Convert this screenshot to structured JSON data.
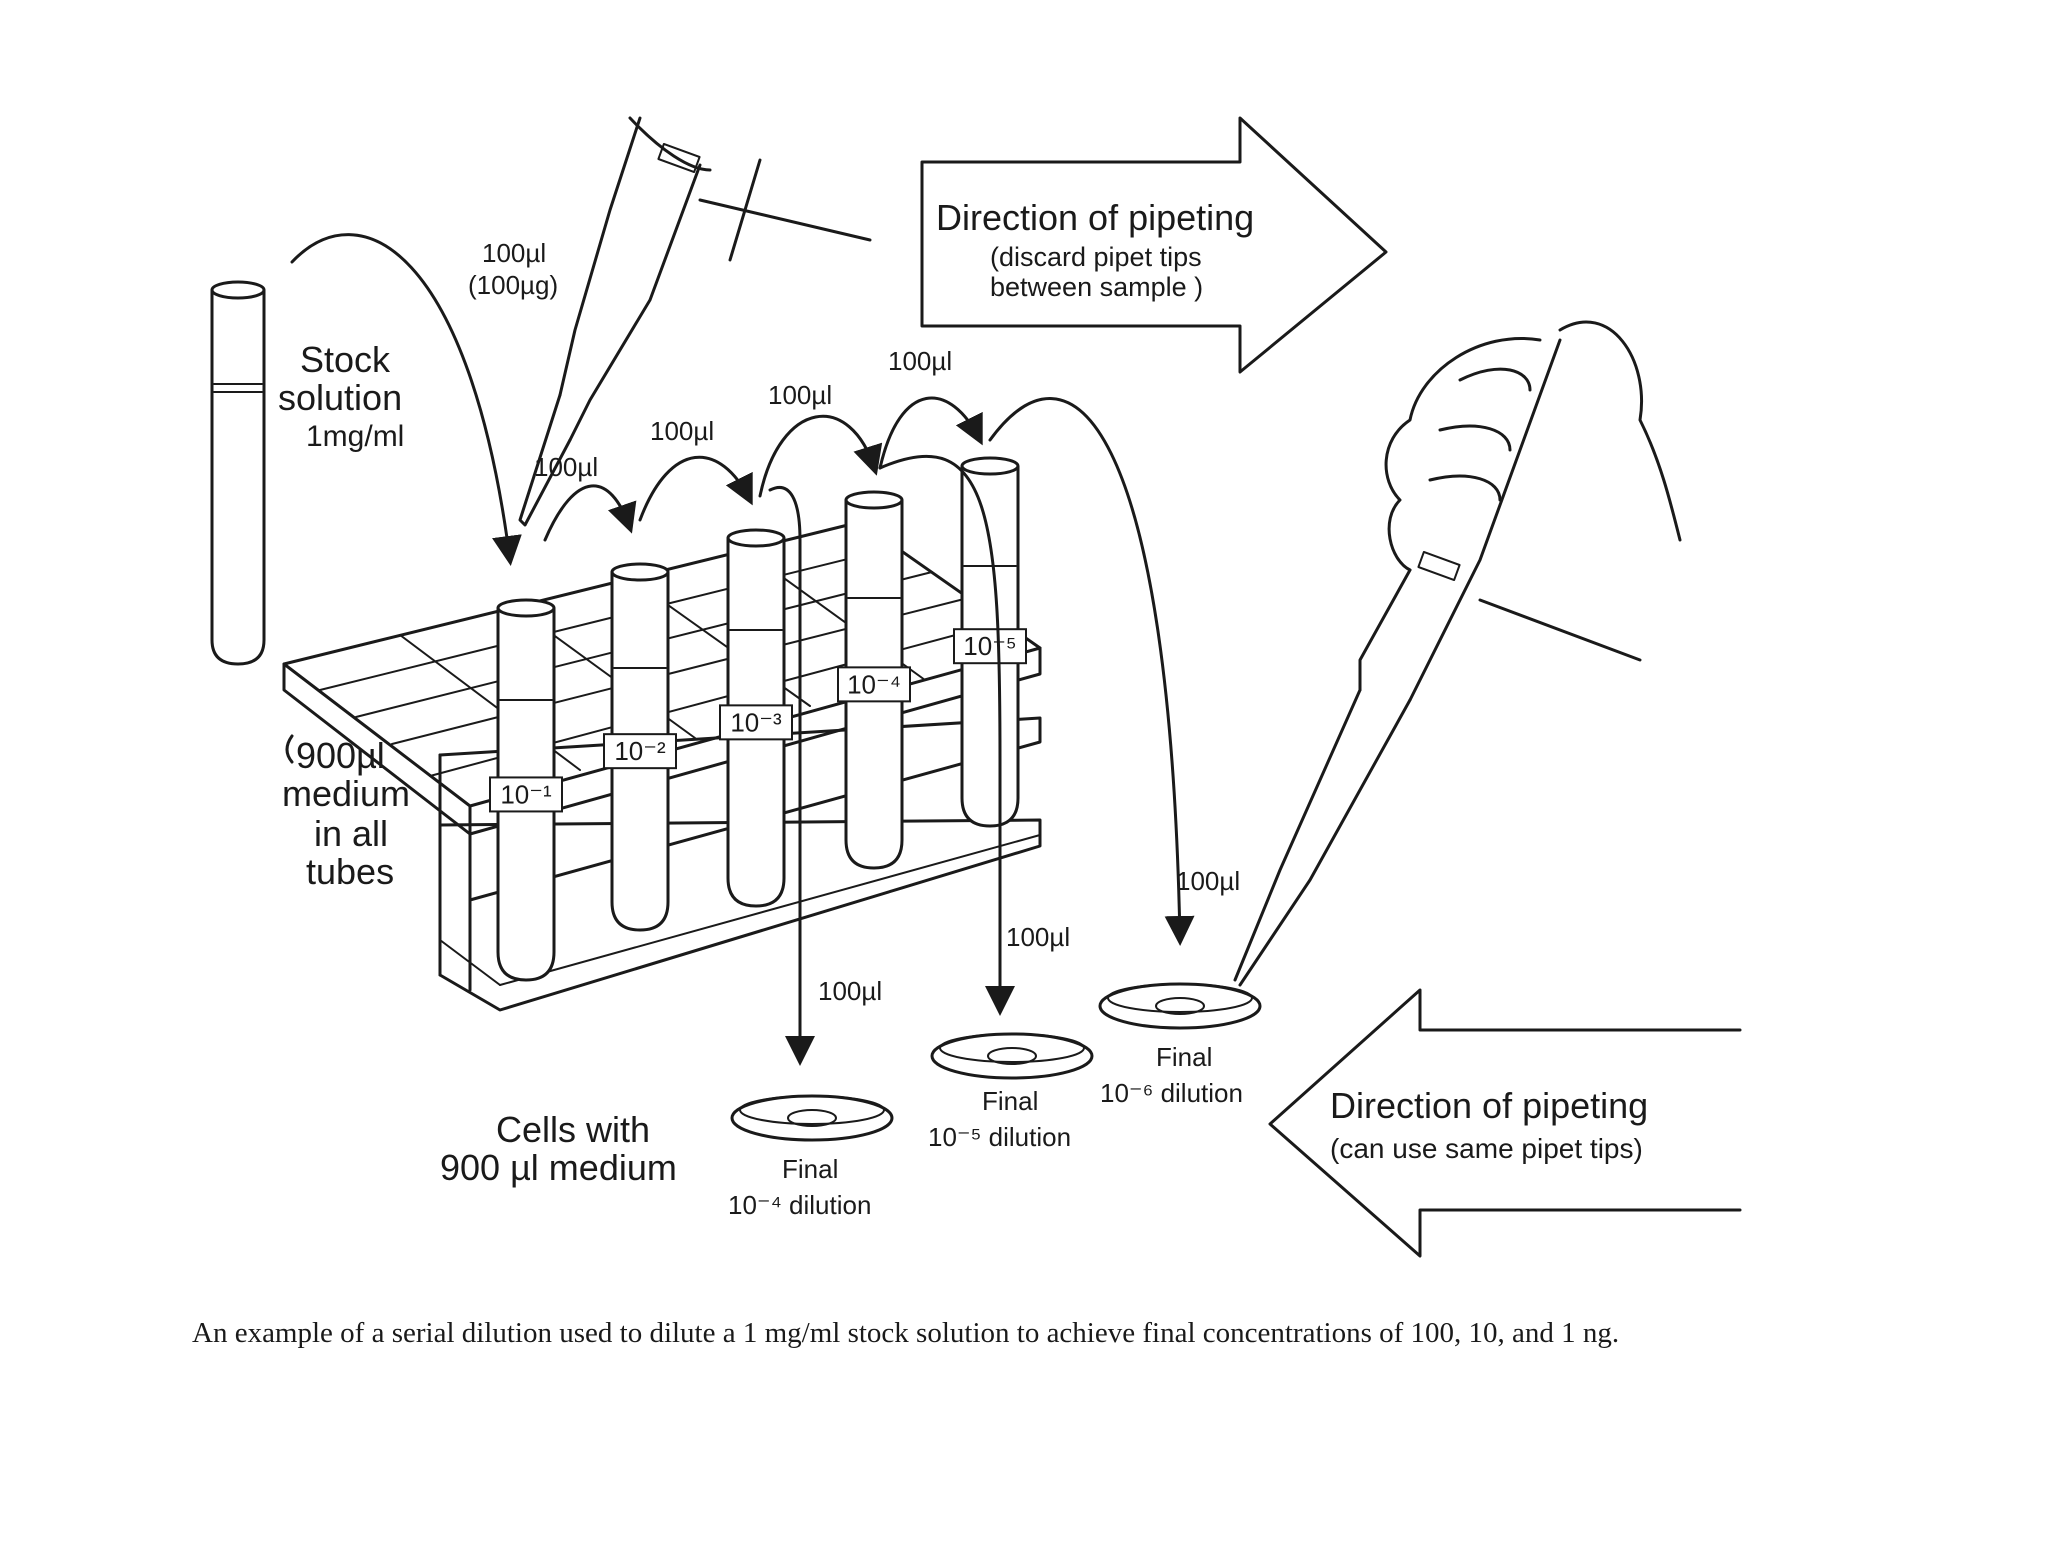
{
  "labels": {
    "stock_solution": [
      "Stock",
      "solution",
      "1mg/ml"
    ],
    "first_transfer": [
      "100µl",
      "(100µg)"
    ],
    "transfer_volume": "100µl",
    "medium_note": [
      "900µl",
      "medium",
      "in all",
      "tubes"
    ],
    "direction_top": {
      "title": "Direction of pipeting",
      "note": [
        "(discard pipet tips",
        "between sample )"
      ]
    },
    "direction_bottom": {
      "title": "Direction of pipeting",
      "note": "(can use same pipet tips)"
    },
    "cells_note": [
      "Cells with",
      "900 µl medium"
    ],
    "dishes": [
      {
        "line1": "Final",
        "line2": "10⁻⁴ dilution"
      },
      {
        "line1": "Final",
        "line2": "10⁻⁵ dilution"
      },
      {
        "line1": "Final",
        "line2": "10⁻⁶ dilution"
      }
    ]
  },
  "tubes": [
    "10⁻¹",
    "10⁻²",
    "10⁻³",
    "10⁻⁴",
    "10⁻⁵"
  ],
  "caption": "An example of a serial dilution used to dilute a 1 mg/ml stock solution to achieve final concentrations of 100, 10, and 1 ng."
}
